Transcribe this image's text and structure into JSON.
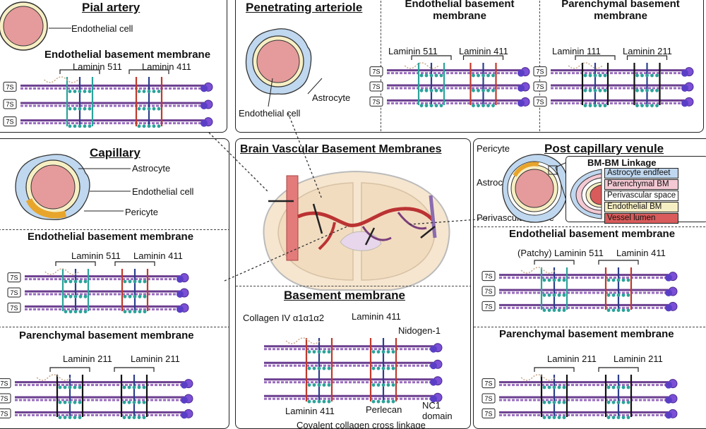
{
  "pial": {
    "title": "Pial artery",
    "endothelial_cell": "Endothelial cell",
    "ebm_title": "Endothelial basement membrane",
    "lam_a": "Laminin 511",
    "lam_b": "Laminin 411",
    "seven_s": "7S"
  },
  "penetrating": {
    "title": "Penetrating arteriole",
    "astrocyte": "Astrocyte",
    "endothelial_cell": "Endothelial cell",
    "ebm_title": "Endothelial basement membrane",
    "ebm_lam_a": "Laminin 511",
    "ebm_lam_b": "Laminin 411",
    "pbm_title": "Parenchymal basement membrane",
    "pbm_lam_a": "Laminin 111",
    "pbm_lam_b": "Laminin 211"
  },
  "capillary": {
    "title": "Capillary",
    "astrocyte": "Astrocyte",
    "endothelial_cell": "Endothelial cell",
    "pericyte": "Pericyte",
    "ebm_title": "Endothelial basement membrane",
    "ebm_lam_a": "Laminin 511",
    "ebm_lam_b": "Laminin 411",
    "pbm_title": "Parenchymal basement membrane",
    "pbm_lam_a": "Laminin 211",
    "pbm_lam_b": "Laminin 211"
  },
  "center": {
    "title": "Brain Vascular Basement Membranes",
    "bm_title": "Basement membrane",
    "collagen": "Collagen IV α1α1α2",
    "laminin_top": "Laminin 411",
    "nidogen": "Nidogen-1",
    "laminin_bottom": "Laminin 411",
    "perlecan": "Perlecan",
    "nc1_line1": "NC1",
    "nc1_line2": "domain",
    "covalent": "Covalent collagen cross linkage"
  },
  "venule": {
    "title": "Post capillary venule",
    "pericyte": "Pericyte",
    "astrocyte": "Astrocyte",
    "perivascular": "Perivascular space",
    "bmbm_title": "BM-BM Linkage",
    "legend": [
      "Astrocyte endfeet",
      "Parenchymal BM",
      "Perivascular space",
      "Endothelial BM",
      "Vessel lumen"
    ],
    "legend_colors": [
      "#bfd7ef",
      "#f4c9d4",
      "#ffffff",
      "#f7efc4",
      "#d95b5b"
    ],
    "ebm_title": "Endothelial basement membrane",
    "ebm_lam_a": "(Patchy) Laminin 511",
    "ebm_lam_b": "Laminin 411",
    "pbm_title": "Parenchymal basement membrane",
    "pbm_lam_a": "Laminin 211",
    "pbm_lam_b": "Laminin 211"
  },
  "colors": {
    "collagen": "#6b3f8f",
    "laminin_teal": "#2aa39a",
    "laminin_red": "#c0392b",
    "laminin_green": "#3c9a3c",
    "laminin_black": "#111111",
    "laminin_navy": "#2c3e8c",
    "globule": "#7b4fd6",
    "lumen": "#e59b9b",
    "endothelium": "#f7efc4",
    "astro": "#bfd7ef",
    "pericyte": "#e8a52c"
  }
}
